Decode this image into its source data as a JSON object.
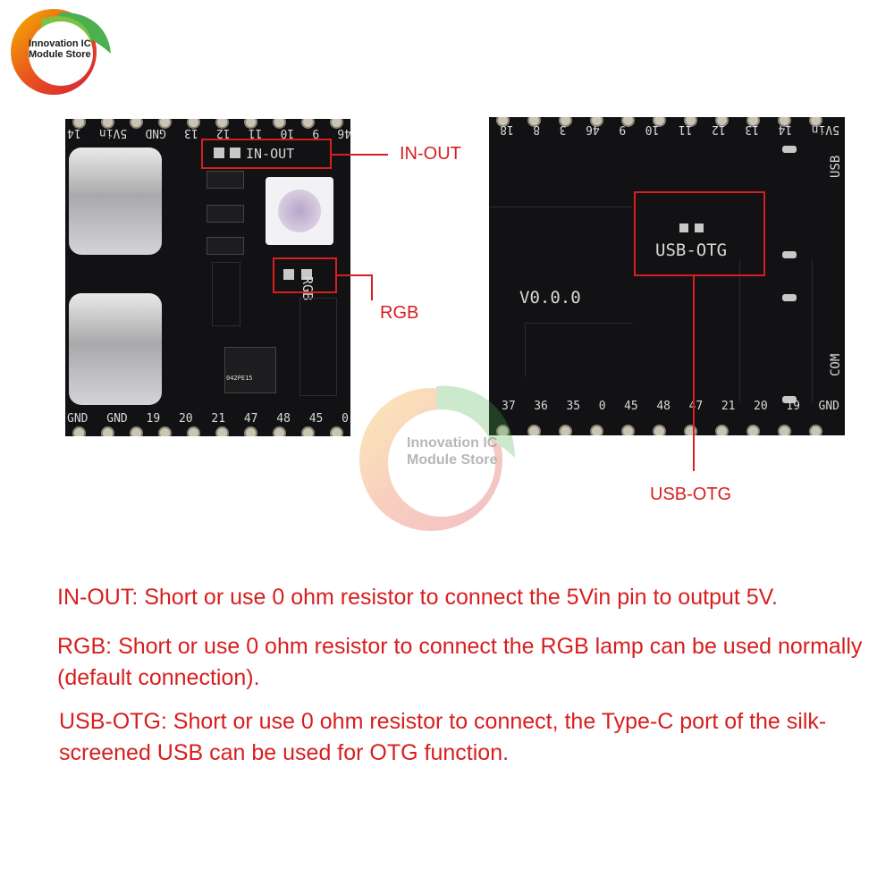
{
  "logo": {
    "line1": "Innovation IC",
    "line2": "Module Store"
  },
  "watermark": {
    "line1": "Innovation IC",
    "line2": "Module Store"
  },
  "left_board": {
    "top_pins": [
      "14",
      "5Vin",
      "GND",
      "13",
      "12",
      "11",
      "10",
      "9",
      "46"
    ],
    "bottom_pins": [
      "GND",
      "GND",
      "19",
      "20",
      "21",
      "47",
      "48",
      "45",
      "0"
    ],
    "labels": {
      "in_out": "IN-OUT",
      "rgb": "RGB",
      "ic_mark": "042PE15"
    }
  },
  "right_board": {
    "top_pins": [
      "18",
      "8",
      "3",
      "46",
      "9",
      "10",
      "11",
      "12",
      "13",
      "14",
      "5Vin"
    ],
    "bottom_pins": [
      "37",
      "36",
      "35",
      "0",
      "45",
      "48",
      "47",
      "21",
      "20",
      "19",
      "GND"
    ],
    "side_labels": {
      "usb": "USB",
      "com": "COM"
    },
    "labels": {
      "usb_otg": "USB-OTG",
      "version": "V0.0.0"
    }
  },
  "callouts": {
    "in_out": "IN-OUT",
    "rgb": "RGB",
    "usb_otg": "USB-OTG"
  },
  "descriptions": [
    "IN-OUT: Short or use 0 ohm resistor to connect the 5Vin pin to output 5V.",
    "RGB: Short or use 0 ohm resistor to connect the RGB lamp can be used normally (default connection).",
    "USB-OTG: Short or use 0 ohm resistor to connect, the Type-C port of the silk-screened USB can be used for OTG function."
  ],
  "colors": {
    "accent": "#d81e1e",
    "pcb": "#121214",
    "silk": "#d8d8d8"
  }
}
